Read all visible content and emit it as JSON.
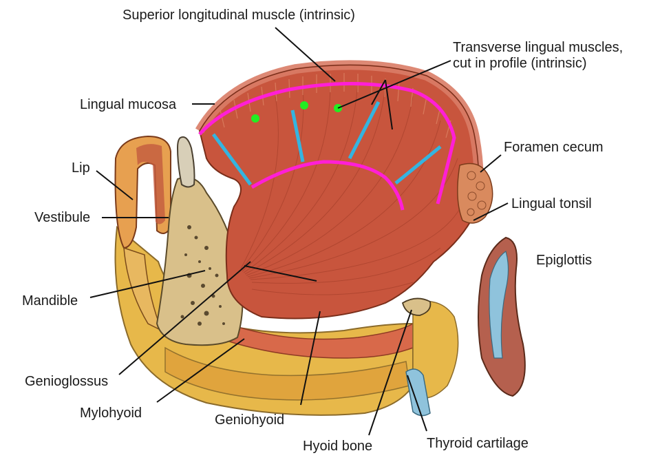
{
  "labels": {
    "superior_longitudinal": "Superior longitudinal muscle (intrinsic)",
    "transverse_line1": "Transverse lingual muscles,",
    "transverse_line2": "cut in profile (intrinsic)",
    "lingual_mucosa": "Lingual mucosa",
    "foramen_cecum": "Foramen cecum",
    "lip": "Lip",
    "vestibule": "Vestibule",
    "lingual_tonsil": "Lingual tonsil",
    "epiglottis": "Epiglottis",
    "mandible": "Mandible",
    "genioglossus": "Genioglossus",
    "mylohyoid": "Mylohyoid",
    "geniohyoid": "Geniohyoid",
    "hyoid_bone": "Hyoid bone",
    "thyroid_cartilage": "Thyroid cartilage"
  },
  "colors": {
    "muscle": "#c8553d",
    "muscle_dark": "#9e3a26",
    "muscle_light": "#e08a6a",
    "fat": "#e7b84a",
    "fat_light": "#f2d27a",
    "bone": "#d9c08a",
    "bone_dark": "#6b5a3a",
    "tooth": "#d8cfb8",
    "mucosa": "#d97c66",
    "cartilage_blue": "#8fc3dc",
    "epiglottis": "#b5604e",
    "magenta_marker": "#ff1fd6",
    "cyan_marker": "#34b4e0",
    "green_marker": "#22ee22"
  }
}
